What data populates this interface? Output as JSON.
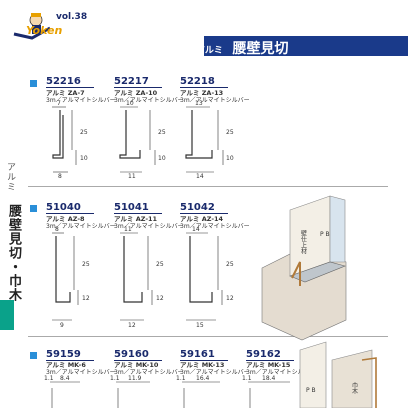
{
  "header": {
    "vol": "vol.38",
    "logo_word": "Yoken",
    "title_small": "アルミ",
    "title_main": "腰壁見切"
  },
  "side": {
    "sub": "アルミ",
    "main": "腰壁見切・巾木"
  },
  "rows": [
    {
      "items": [
        {
          "code": "52216",
          "name": "アルミ ZA-7",
          "spec": "3m／アルマイトシルバー",
          "top": "7",
          "h1": "25",
          "h2": "10",
          "bottom": "8"
        },
        {
          "code": "52217",
          "name": "アルミ ZA-10",
          "spec": "3m／アルマイトシルバー",
          "top": "10",
          "h1": "25",
          "h2": "10",
          "bottom": "11"
        },
        {
          "code": "52218",
          "name": "アルミ ZA-13",
          "spec": "3m／アルマイトシルバー",
          "top": "13",
          "h1": "25",
          "h2": "10",
          "bottom": "14"
        }
      ]
    },
    {
      "items": [
        {
          "code": "51040",
          "name": "アルミ AZ-8",
          "spec": "3m／アルマイトシルバー",
          "top": "8",
          "h1": "25",
          "h2": "12",
          "bottom": "9"
        },
        {
          "code": "51041",
          "name": "アルミ AZ-11",
          "spec": "3m／アルマイトシルバー",
          "top": "11",
          "h1": "25",
          "h2": "12",
          "bottom": "12"
        },
        {
          "code": "51042",
          "name": "アルミ AZ-14",
          "spec": "3m／アルマイトシルバー",
          "top": "14",
          "h1": "25",
          "h2": "12",
          "bottom": "15"
        }
      ]
    },
    {
      "items": [
        {
          "code": "59159",
          "name": "アルミ MK-6",
          "spec": "3m／アルマイトシルバー",
          "t": "1.1",
          "w": "8.4"
        },
        {
          "code": "59160",
          "name": "アルミ MK-10",
          "spec": "3m／アルマイトシルバー",
          "t": "1.1",
          "w": "11.9"
        },
        {
          "code": "59161",
          "name": "アルミ MK-13",
          "spec": "3m／アルマイトシルバー",
          "t": "1.1",
          "w": "16.4"
        },
        {
          "code": "59162",
          "name": "アルミ MK-15",
          "spec": "3m／アルマイトシルバー",
          "t": "1.1",
          "w": "18.4"
        }
      ]
    }
  ],
  "illustration": {
    "wall_label": "壁仕上材",
    "board_label": "P B",
    "base_label": "巾木"
  },
  "colors": {
    "accent_blue": "#2a8fd8",
    "title_navy": "#1a3a8a",
    "side_green": "#0aa28a"
  }
}
